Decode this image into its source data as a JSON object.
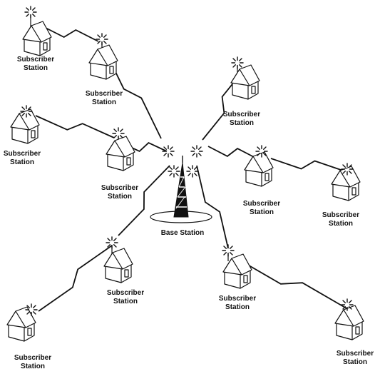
{
  "base_station": {
    "label": "Base Station"
  },
  "subscriber_label": {
    "line1": "Subscriber",
    "line2": "Station"
  },
  "subscribers": [
    {
      "id": "s1",
      "line1": "Subscriber",
      "line2": "Station"
    },
    {
      "id": "s2",
      "line1": "Subscriber",
      "line2": "Station"
    },
    {
      "id": "s3",
      "line1": "Subscriber",
      "line2": "Station"
    },
    {
      "id": "s4",
      "line1": "Subscriber",
      "line2": "Station"
    },
    {
      "id": "s5",
      "line1": "Subscriber",
      "line2": "Station"
    },
    {
      "id": "s6",
      "line1": "Subscriber",
      "line2": "Station"
    },
    {
      "id": "s7",
      "line1": "Subscriber",
      "line2": "Station"
    },
    {
      "id": "s8",
      "line1": "Subscriber",
      "line2": "Station"
    },
    {
      "id": "s9",
      "line1": "Subscriber",
      "line2": "Station"
    },
    {
      "id": "s10",
      "line1": "Subscriber",
      "line2": "Station"
    },
    {
      "id": "s11",
      "line1": "Subscriber",
      "line2": "Station"
    }
  ]
}
